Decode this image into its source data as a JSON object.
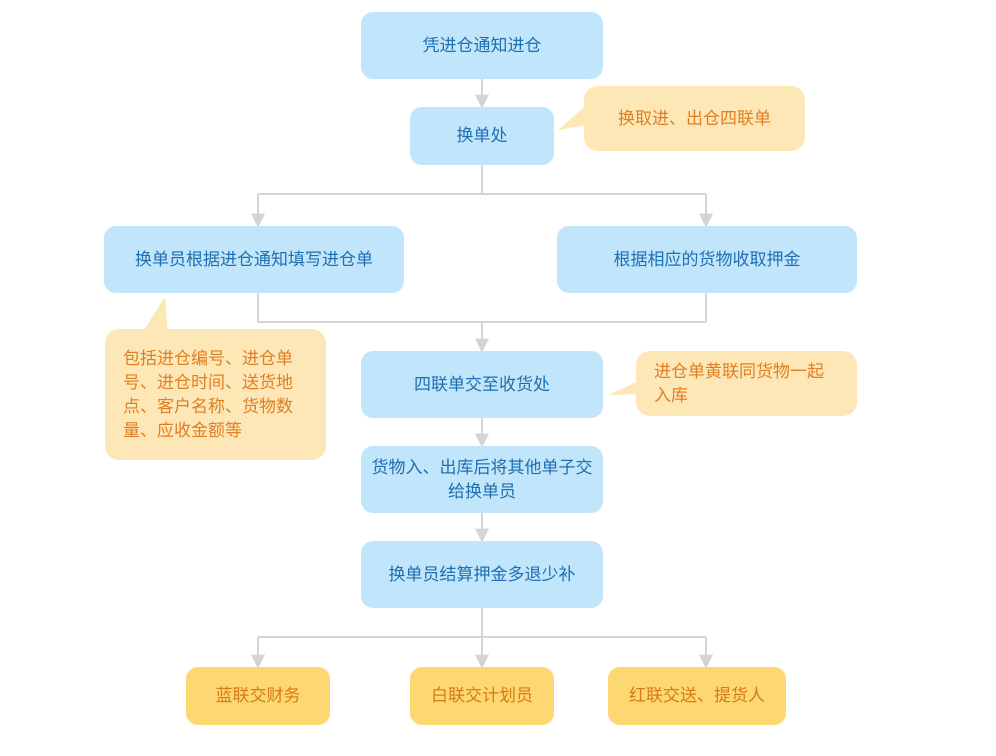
{
  "nodes": {
    "start": "凭进仓通知进仓",
    "exchange_office": "换单处",
    "fill_form": "换单员根据进仓通知填写进仓单",
    "collect_deposit": "根据相应的货物收取押金",
    "four_copy_handover": "四联单交至收货处",
    "after_in_out": "货物入、出库后将其他单子交给换单员",
    "settle_deposit": "换单员结算押金多退少补",
    "blue_copy": "蓝联交财务",
    "white_copy": "白联交计划员",
    "red_copy": "红联交送、提货人"
  },
  "notes": {
    "exchange_note": "换取进、出仓四联单",
    "form_contents": "包括进仓编号、进仓单号、进仓时间、送货地点、客户名称、货物数量、应收金额等",
    "yellow_copy": "进仓单黄联同货物一起入库"
  },
  "colors": {
    "process_fill": "#c1e6fb",
    "process_text": "#1f6fb0",
    "note_fill": "#fde7b6",
    "note_text": "#e07f22",
    "end_fill": "#fdd771",
    "end_text": "#d97a14",
    "connector": "#d4d4d4"
  }
}
